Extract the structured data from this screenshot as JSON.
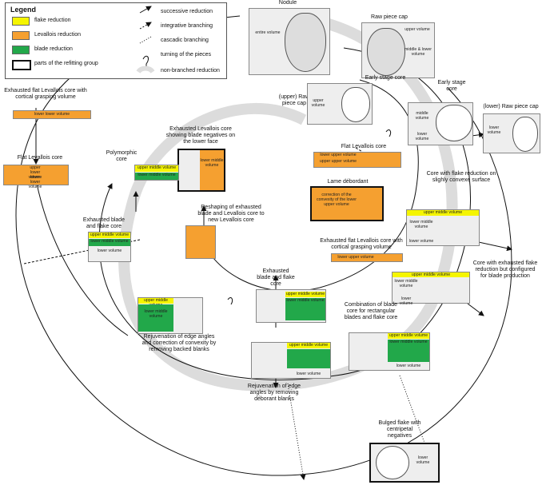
{
  "legend": {
    "title": "Legend",
    "items_left": [
      {
        "label": "flake reduction",
        "color": "#f5f500"
      },
      {
        "label": "Levallois reduction",
        "color": "#f5a030"
      },
      {
        "label": "blade reduction",
        "color": "#22a84a"
      },
      {
        "label": "parts of the refitting group",
        "color": "#ffffff"
      }
    ],
    "items_right": [
      {
        "label": "successive reduction",
        "icon": "solid-arrow-icon"
      },
      {
        "label": "integrative branching",
        "icon": "dashed-arrow-icon"
      },
      {
        "label": "cascadic branching",
        "icon": "dotted-arrow-icon"
      },
      {
        "label": "turning of the pieces",
        "icon": "turn-loop-icon"
      },
      {
        "label": "non-branched reduction",
        "icon": "grey-band-icon"
      }
    ]
  },
  "nodes": {
    "nodule": {
      "title": "Nodule",
      "vol": "entire volume"
    },
    "raw_cap": {
      "title": "Raw piece cap",
      "vol1": "upper volume",
      "vol2": "middle & lower volume"
    },
    "upper_raw_cap": {
      "title": "(upper) Raw piece cap",
      "vol": "upper volume"
    },
    "early_core_a": {
      "title": "Early stage core"
    },
    "early_core_b": {
      "title": "Early stage core",
      "vol1": "middle volume",
      "vol2": "lower volume"
    },
    "lower_raw_cap": {
      "title": "(lower) Raw piece cap",
      "vol": "lower volume"
    },
    "flat_lev": {
      "title": "Flat Levallois core",
      "vol1": "lower upper volume",
      "vol2": "upper upper volume"
    },
    "lame": {
      "title": "Lame débordant",
      "body": "correction of the convexity of the lower upper volume"
    },
    "exh_flat_lev_cortical": {
      "title": "Exhausted flat Levallois core with cortical grasping volume",
      "vol": "lower upper volume"
    },
    "flake_slight": {
      "title": "Core with flake reduction on slighly convexe surface",
      "vol1": "upper middle volume",
      "vol2": "lower middle volume",
      "vol3": "lower volume"
    },
    "exh_flake_blade": {
      "title": "Core with exhausted flake reduction but configured for blade production",
      "vol1": "upper middle volume",
      "vol2": "lower middle volume",
      "vol3": "lower volume"
    },
    "combination": {
      "title": "Combination of blade core for rectangular blades and flake core",
      "vol1": "upper middle volume",
      "vol2": "lower middle volume",
      "vol3": "lower volume"
    },
    "rejuv_deb": {
      "title": "Rejuvenation of edge angles by removing déborant blanks",
      "vol1": "upper middle volume",
      "vol2": "lower volume"
    },
    "exh_blade_flake_mid": {
      "title": "Exhausted blade and flake core",
      "vol1": "upper middle volume",
      "vol2": "lower middle volume"
    },
    "reshaping": {
      "title": "Reshaping of exhausted blade and Levallois core to new Levallois core"
    },
    "exh_lev_blade_neg": {
      "title": "Exhausted Levallois core showing blade negatives on the lower face",
      "vol": "lower middle volume"
    },
    "polymorphic": {
      "title": "Polymorphic core",
      "vol1": "upper middle volume",
      "vol2": "lower middle volume"
    },
    "exh_blade_flake_left": {
      "title": "Exhausted blade and flake core",
      "vol1": "upper middle volume",
      "vol2": "lower middle volume",
      "vol3": "lower volume"
    },
    "rejuv_backed": {
      "title": "Rejuvenation of edge angles and correction of convexity by removing backed blanks",
      "vol1": "upper middle volume",
      "vol2": "lower middle volume"
    },
    "flat_lev_left": {
      "title": "Flat Levallois core",
      "vol1": "upper",
      "vol2": "lower volume",
      "vol3": "lower",
      "vol4": "lower volume"
    },
    "exh_flat_lev_left": {
      "title": "Exhausted flat Levallois core with cortical grasping volume",
      "vol1": "lower lower volume"
    },
    "bulged": {
      "title": "Bulged flake with centripetal negatives",
      "vol": "lower volume"
    }
  }
}
